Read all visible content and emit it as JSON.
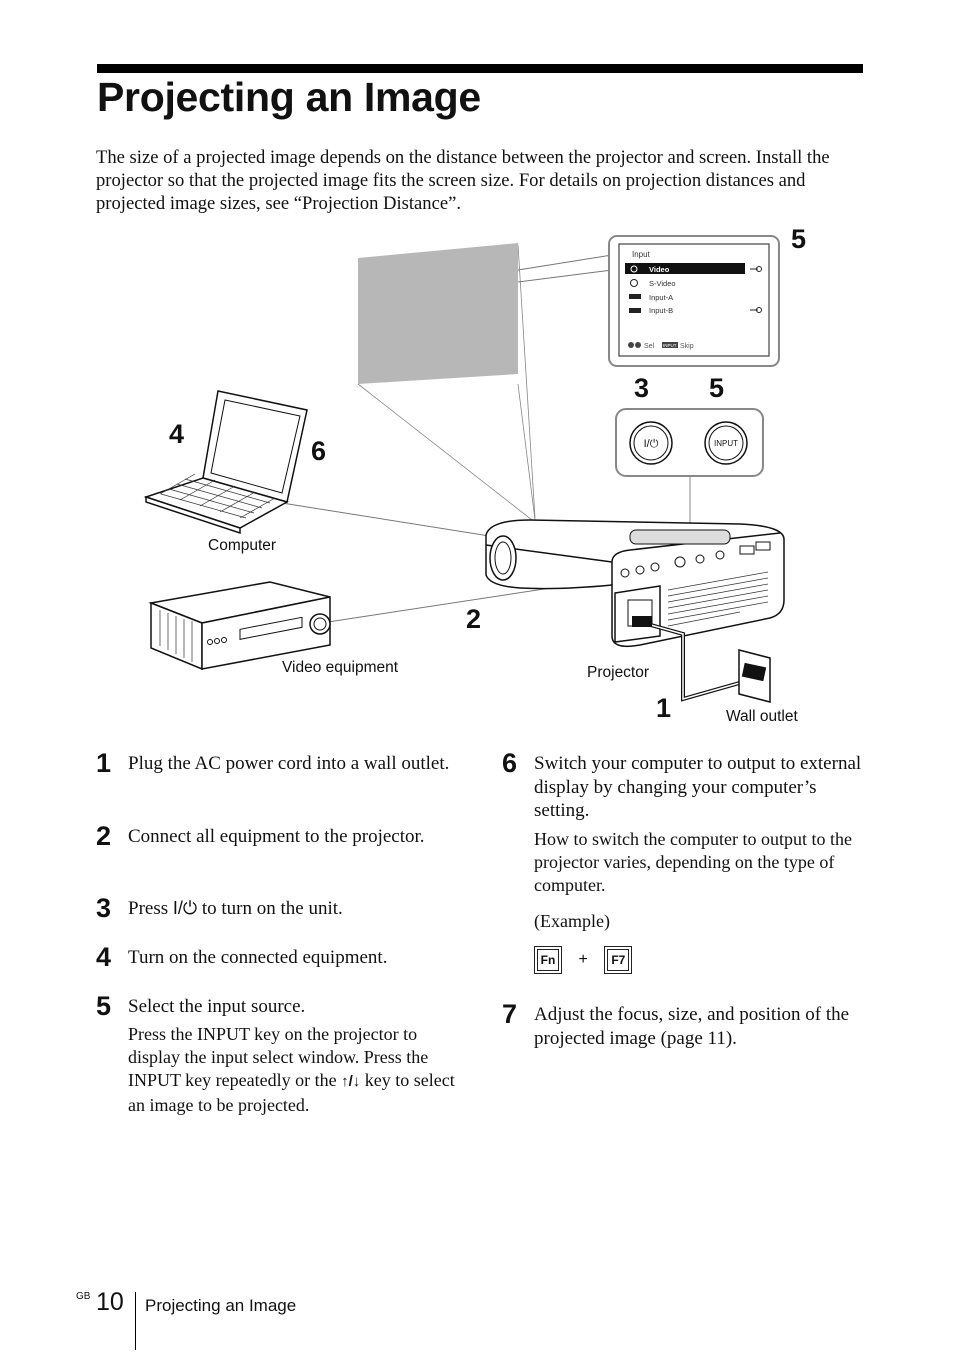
{
  "header": {
    "title": "Projecting an Image",
    "intro": "The size of a projected image depends on the distance between the projector and screen. Install the projector so that the projected image fits the screen size. For details on projection distances and projected image sizes, see “Projection Distance”."
  },
  "figure": {
    "labels": {
      "computer": "Computer",
      "video_equipment": "Video equipment",
      "projector": "Projector",
      "wall_outlet": "Wall outlet"
    },
    "callouts": {
      "menu": "5",
      "power": "3",
      "input": "5",
      "computer_a": "4",
      "computer_b": "6",
      "connect": "2",
      "plug": "1"
    },
    "menu": {
      "heading": "Input",
      "items": [
        "Video",
        "S-Video",
        "Input-A",
        "Input-B"
      ],
      "footer_sel": "Sel",
      "footer_key": "INPUT",
      "footer_skip": "Skip"
    },
    "buttons": {
      "power": "I/⏻",
      "input": "INPUT"
    }
  },
  "steps": [
    {
      "num": "1",
      "text": "Plug the AC power cord into a wall outlet."
    },
    {
      "num": "2",
      "text": "Connect all equipment to the projector."
    },
    {
      "num": "3",
      "text_before": "Press ",
      "symbol": "I/⏻",
      "text_after": " to turn on the unit."
    },
    {
      "num": "4",
      "text": "Turn on the connected equipment."
    },
    {
      "num": "5",
      "text": "Select the input source.",
      "detail_before": "Press the INPUT key on the projector to display the input select window. Press the INPUT key repeatedly or the ",
      "detail_symbol": "↑/↓",
      "detail_after": " key to select an image to be projected."
    },
    {
      "num": "6",
      "text": "Switch your computer to output to external display by changing your computer’s setting.",
      "detail": "How to switch the computer to output to the projector varies, depending on the type of computer.",
      "example": "(Example)",
      "key1": "Fn",
      "plus": "+",
      "key2": "F7"
    },
    {
      "num": "7",
      "text": "Adjust the focus, size, and position of the projected image (page 11)."
    }
  ],
  "footer": {
    "region": "GB",
    "page_number": "10",
    "section": "Projecting an Image"
  }
}
